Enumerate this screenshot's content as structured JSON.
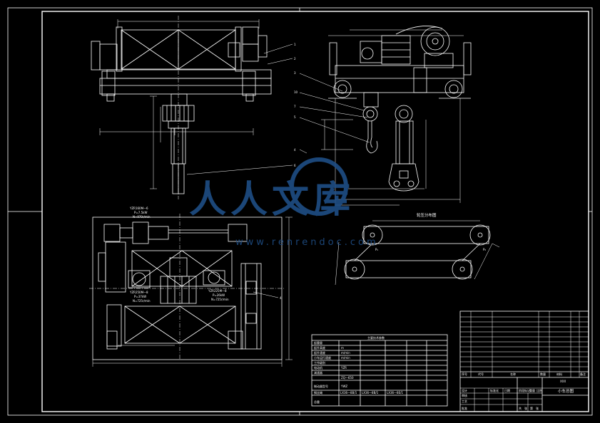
{
  "drawing": {
    "title": "小车总图",
    "scale_label": "XXX",
    "wheel_diagram_title": "轮压分布图",
    "wheel_labels": [
      "P₁",
      "P₂"
    ]
  },
  "callouts": [
    "1",
    "2",
    "3",
    "10",
    "7",
    "5",
    "4",
    "6",
    "4"
  ],
  "motor_labels": {
    "top": [
      "YZR160M—6",
      "P=7.5kW",
      "N=970r/min"
    ],
    "left": [
      "YZR250M—8",
      "P=37kW",
      "N=725r/min"
    ],
    "right": [
      "YZR225M—8",
      "P=26kW",
      "N=725r/min"
    ]
  },
  "spec_table": {
    "header": "主要技术参数",
    "rows": [
      [
        "起重量",
        "",
        "",
        "t",
        "",
        "",
        ""
      ],
      [
        "起升高度",
        "m",
        "",
        "",
        "",
        "",
        ""
      ],
      [
        "起升速度",
        "m/min",
        "",
        "",
        "",
        "",
        ""
      ],
      [
        "小车运行速度",
        "m/min",
        "",
        "",
        "",
        "",
        ""
      ],
      [
        "工作级别",
        "",
        "",
        "",
        "",
        "",
        ""
      ],
      [
        "电动机",
        "YZR",
        "",
        "",
        "",
        "",
        ""
      ],
      [
        "减速器",
        "",
        "",
        "",
        "",
        "",
        ""
      ],
      [
        "",
        "ZQ—650",
        "",
        "",
        "",
        "",
        ""
      ],
      [
        "制动器型号",
        "YWZ",
        "",
        "",
        "",
        "",
        ""
      ]
    ],
    "bottom_row": [
      "钢丝绳",
      "LX36—8B/1",
      "LX36—8B/1",
      "LX36—8E/1"
    ],
    "last_row": [
      "总重",
      "",
      "",
      "",
      ""
    ]
  },
  "title_block": {
    "cols": [
      "序号",
      "代号",
      "名称",
      "数量",
      "材料",
      "备注"
    ],
    "bottom": [
      "设计",
      "审核",
      "工艺",
      "标准化",
      "批准",
      "日期",
      "阶段标记",
      "重量",
      "比例",
      "共",
      "张",
      "第",
      "张"
    ],
    "drawing_name": "小车总图"
  },
  "watermark": {
    "cn": "人人文库",
    "url": "www.renrendoc.com"
  },
  "colors": {
    "line": "#ffffff",
    "background": "#000000",
    "watermark": "#1f4e86"
  }
}
